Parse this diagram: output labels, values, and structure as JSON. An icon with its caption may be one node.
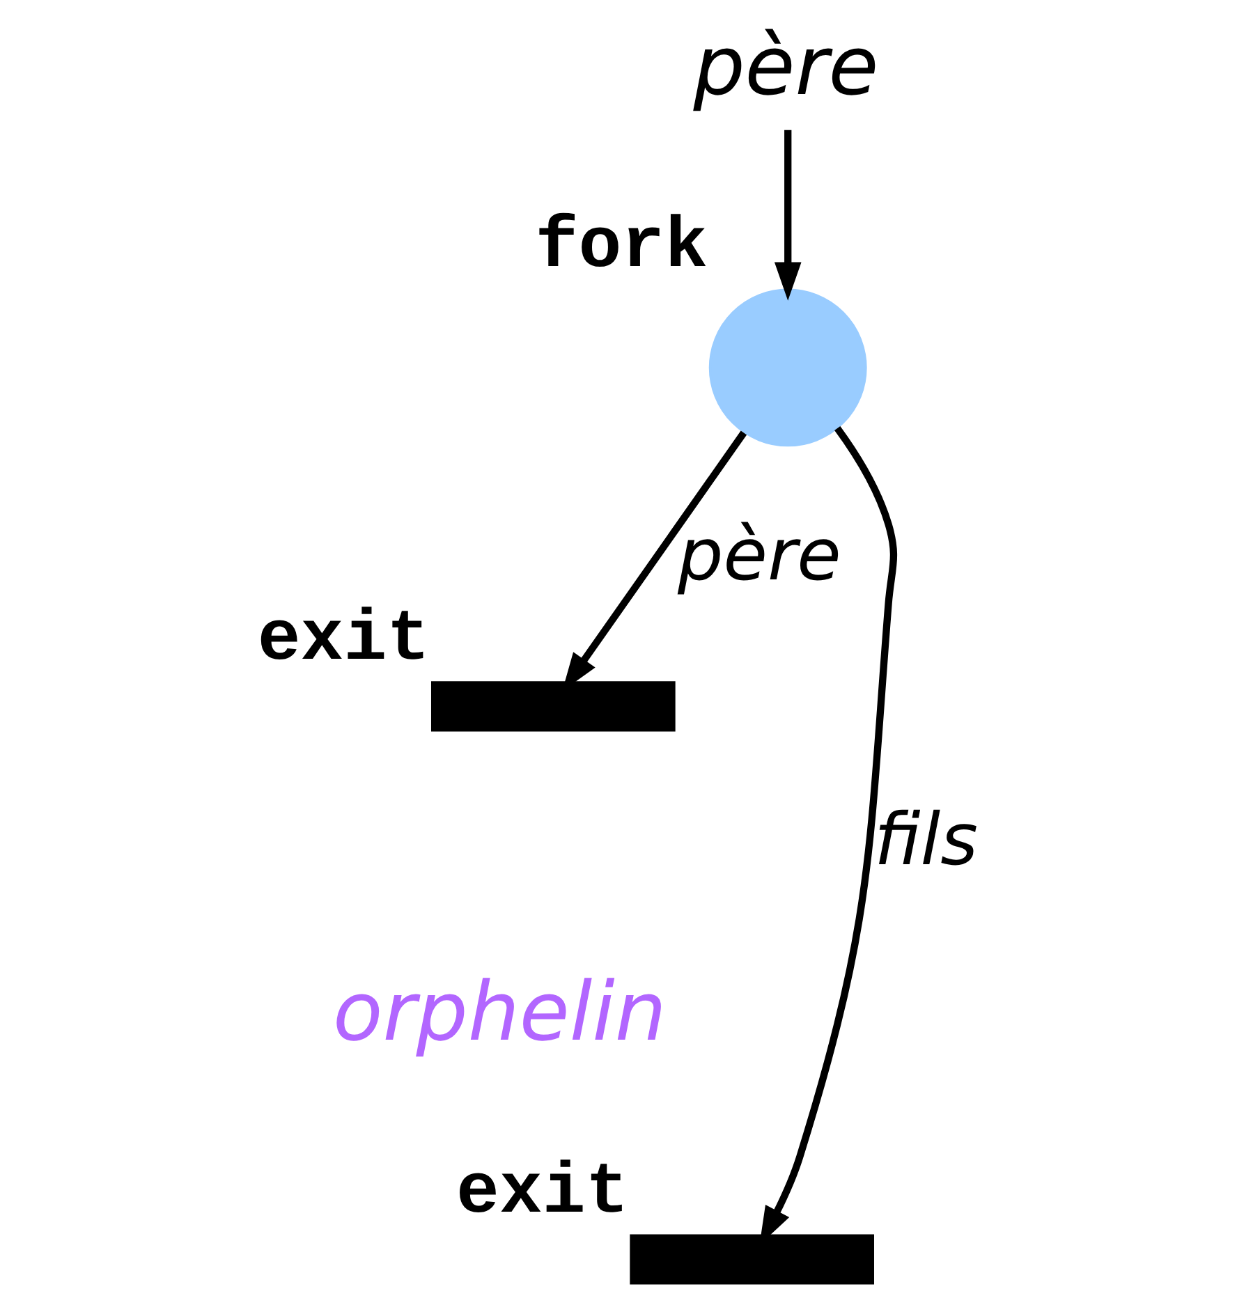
{
  "diagram": {
    "nodes": [
      {
        "text": [
          "père"
        ]
      },
      {
        "text": [],
        "shape": "circle",
        "beside": [
          "fork"
        ]
      },
      {
        "text": [],
        "shape": "bar",
        "beside": [
          "exit"
        ]
      },
      {
        "text": [],
        "shape": "bar",
        "beside": [
          "exit"
        ]
      }
    ],
    "edges": [
      {
        "from": 0,
        "to": 1,
        "arrow": "to"
      },
      {
        "from": 1,
        "to": 2,
        "arrow": "to",
        "label": "père"
      },
      {
        "from": 1,
        "to": 3,
        "arrow": "to",
        "label": "fils"
      }
    ],
    "labels": [
      "orphelin"
    ]
  }
}
